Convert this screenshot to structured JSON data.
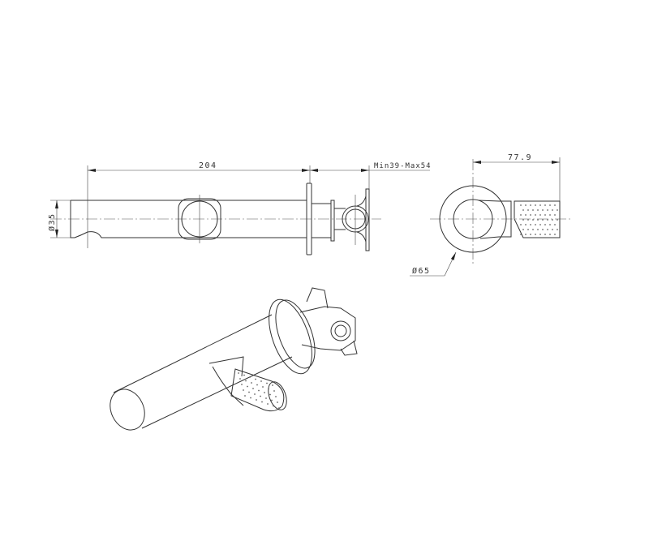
{
  "drawing": {
    "front_view": {
      "length_dim": "204",
      "wall_depth_dim": "Min39-Max54",
      "spout_diameter_dim": "Ø35"
    },
    "side_view": {
      "projection_dim": "77.9",
      "flange_diameter_dim": "Ø65"
    }
  },
  "colors": {
    "line": "#333333",
    "background": "#ffffff"
  }
}
